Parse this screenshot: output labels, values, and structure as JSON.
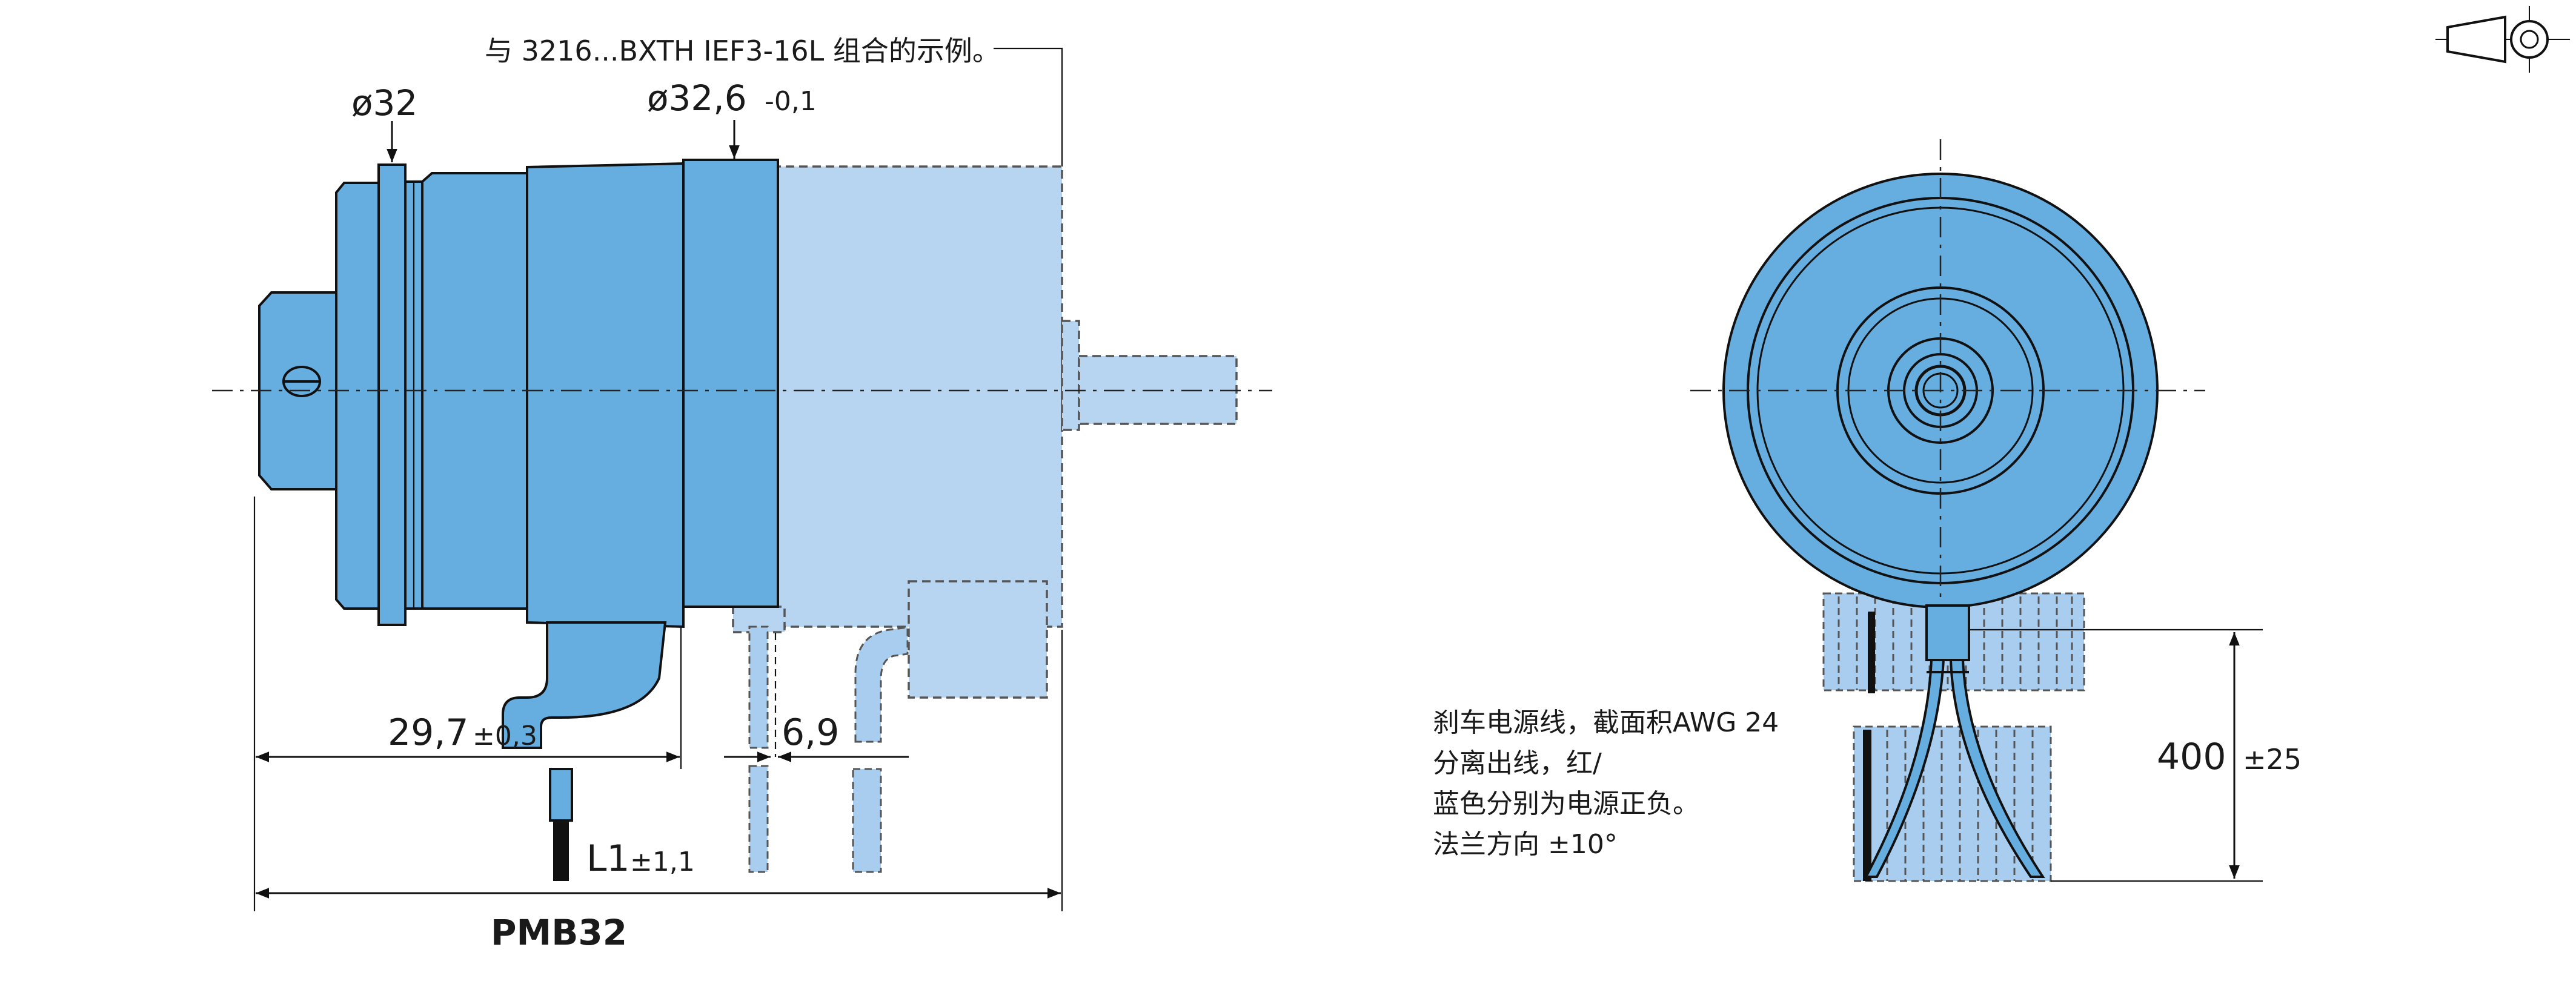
{
  "note_top": "与 3216...BXTH IEF3-16L 组合的示例。",
  "dims": {
    "d32_main": "ø32",
    "d326_main": "ø32,6",
    "d326_tol": "-0,1",
    "l297_main": "29,7",
    "l297_tol": "±0,3",
    "l69_main": "6,9",
    "l1_main": "L1",
    "l1_tol": "±1,1",
    "l400_main": "400",
    "l400_tol": "±25"
  },
  "product_label": "PMB32",
  "wire_note": {
    "line1": "刹车电源线，截面积AWG 24",
    "line2": "分离出线，红/",
    "line3": "蓝色分别为电源正负。",
    "line4": "法兰方向  ±10°"
  },
  "colors": {
    "part_fill": "#66ade0",
    "ghost_fill": "#b7d5f0",
    "outline": "#111111"
  },
  "icons": [
    "first-angle-projection-icon"
  ]
}
